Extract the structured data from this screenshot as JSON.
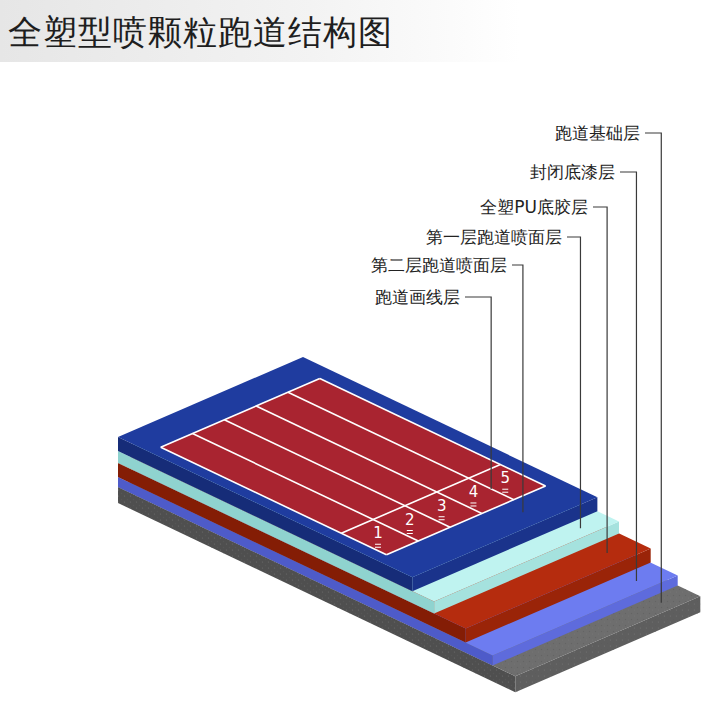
{
  "diagram": {
    "title": "全塑型喷颗粒跑道结构图",
    "labels": [
      "跑道基础层",
      "封闭底漆层",
      "全塑PU底胶层",
      "第一层跑道喷面层",
      "第二层跑道喷面层",
      "跑道画线层",
      "1",
      "2",
      "3",
      "4",
      "5"
    ]
  }
}
